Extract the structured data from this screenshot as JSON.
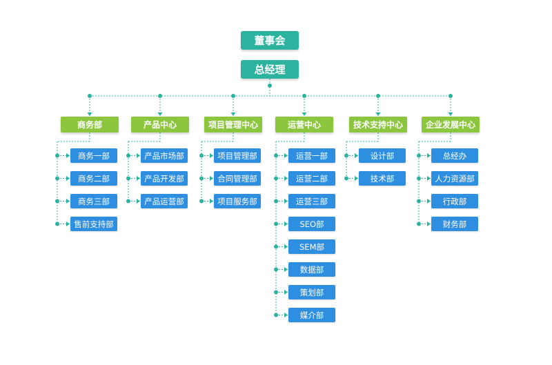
{
  "colors": {
    "top": "#2bb3a0",
    "center": "#8cc63e",
    "dept": "#2e8fe0",
    "connector": "#2bb3a0"
  },
  "board": "董事会",
  "gm": "总经理",
  "centers": [
    {
      "label": "商务部",
      "departments": [
        "商务一部",
        "商务二部",
        "商务三部",
        "售前支持部"
      ]
    },
    {
      "label": "产品中心",
      "departments": [
        "产品市场部",
        "产品开发部",
        "产品运营部"
      ]
    },
    {
      "label": "项目管理中心",
      "departments": [
        "项目管理部",
        "合同管理部",
        "项目服务部"
      ]
    },
    {
      "label": "运营中心",
      "departments": [
        "运营一部",
        "运营二部",
        "运营三部",
        "SEO部",
        "SEM部",
        "数据部",
        "策划部",
        "媒介部"
      ]
    },
    {
      "label": "技术支持中心",
      "departments": [
        "设计部",
        "技术部"
      ]
    },
    {
      "label": "企业发展中心",
      "departments": [
        "总经办",
        "人力资源部",
        "行政部",
        "财务部"
      ]
    }
  ]
}
